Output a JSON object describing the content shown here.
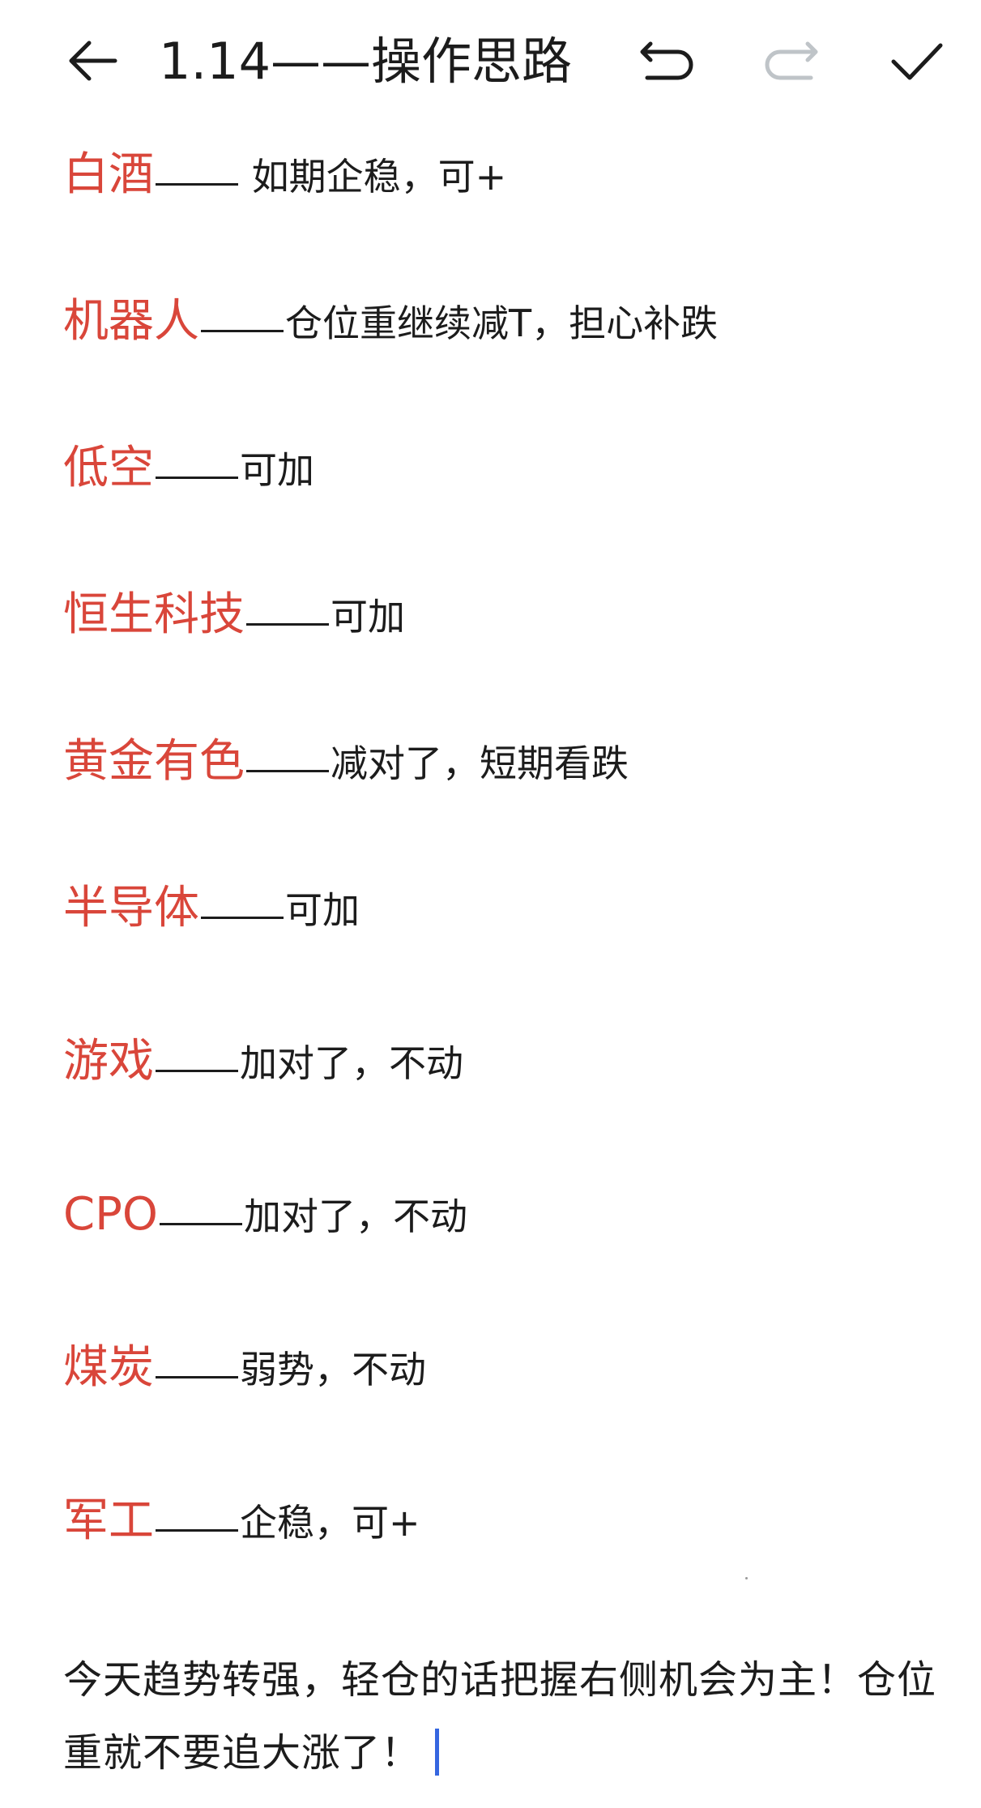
{
  "header": {
    "title": "1.14——操作思路",
    "icons": {
      "back": "back-arrow-icon",
      "undo": "undo-icon",
      "redo": "redo-icon",
      "done": "checkmark-icon"
    }
  },
  "colors": {
    "category": "#d9463a",
    "text": "#1c1c1c",
    "redo_disabled": "#bfc4c8",
    "caret": "#3566e0"
  },
  "entries": [
    {
      "category": "白酒",
      "note": " 如期企稳，可+"
    },
    {
      "category": "机器人",
      "note": "仓位重继续减T，担心补跌"
    },
    {
      "category": "低空",
      "note": "可加"
    },
    {
      "category": "恒生科技",
      "note": "可加"
    },
    {
      "category": "黄金有色",
      "note": "减对了，短期看跌"
    },
    {
      "category": "半导体",
      "note": "可加"
    },
    {
      "category": "游戏",
      "note": "加对了，不动"
    },
    {
      "category": "CPO",
      "note": "加对了，不动"
    },
    {
      "category": "煤炭",
      "note": "弱势，不动"
    },
    {
      "category": "军工",
      "note": "企稳，可+"
    }
  ],
  "summary": "今天趋势转强，轻仓的话把握右侧机会为主！仓位重就不要追大涨了！"
}
